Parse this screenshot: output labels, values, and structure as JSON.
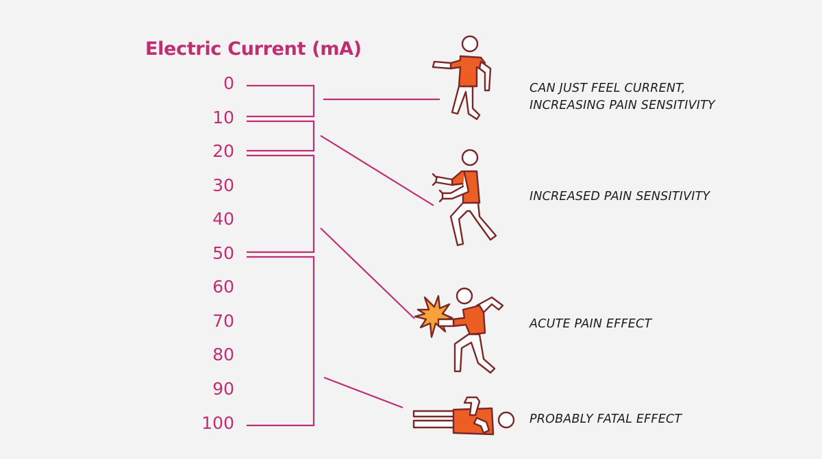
{
  "axis": {
    "title": "Electric Current (mA)",
    "ticks": [
      "0",
      "10",
      "20",
      "30",
      "40",
      "50",
      "60",
      "70",
      "80",
      "90",
      "100"
    ]
  },
  "effects": [
    {
      "line1": "CAN JUST FEEL CURRENT,",
      "line2": "INCREASING PAIN SENSITIVITY",
      "range": "0–10"
    },
    {
      "line1": "INCREASED PAIN SENSITIVITY",
      "line2": "",
      "range": "10–20"
    },
    {
      "line1": "ACUTE PAIN EFFECT",
      "line2": "",
      "range": "20–50"
    },
    {
      "line1": "PROBABLY FATAL EFFECT",
      "line2": "",
      "range": "50–100"
    }
  ],
  "colors": {
    "accent": "#bf2e72",
    "figure_fill": "#ec5e24",
    "figure_stroke": "#7a2727",
    "spark_fill": "#f7a23a",
    "background": "#f4f3f3"
  },
  "icons": [
    "person-walking-icon",
    "person-shocked-icon",
    "person-jolted-icon",
    "person-lying-icon"
  ]
}
